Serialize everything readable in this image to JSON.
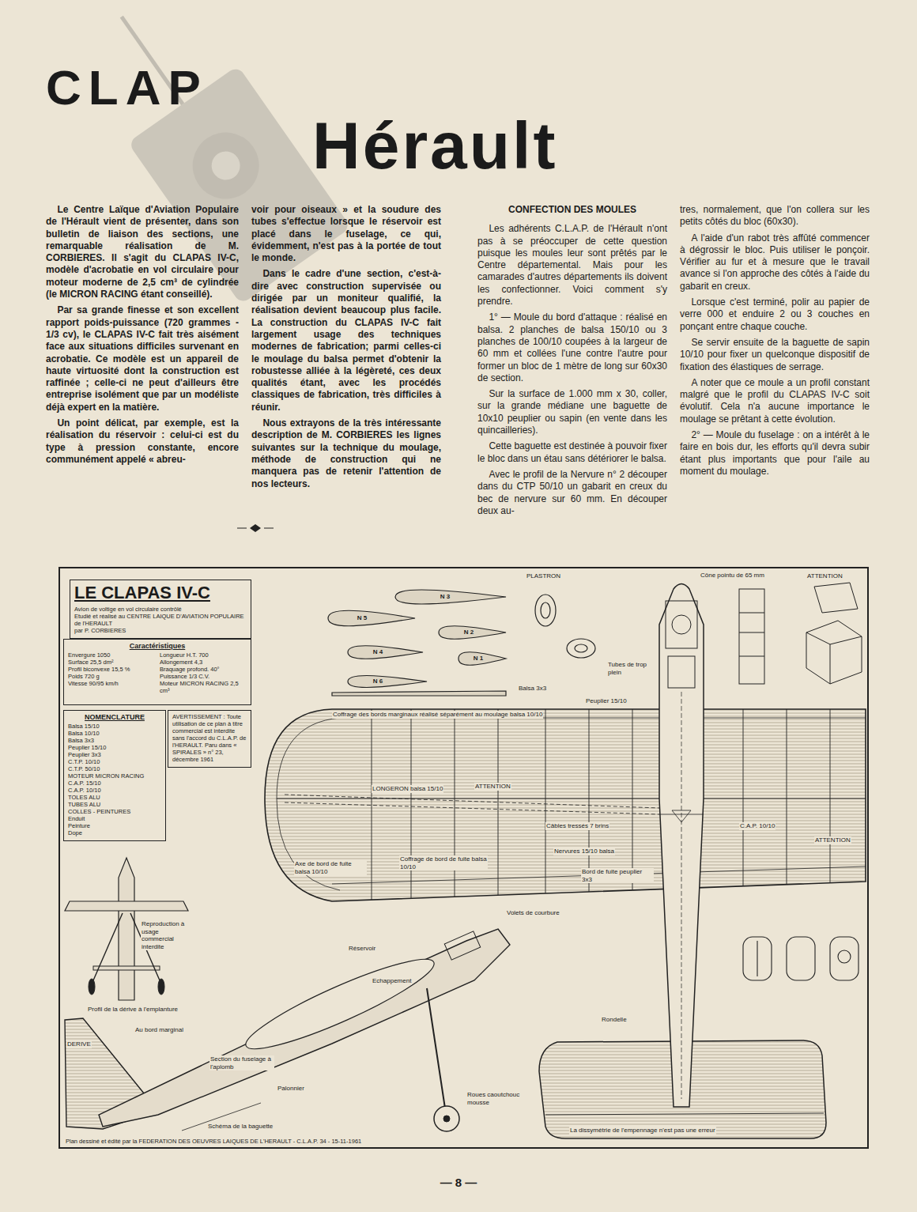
{
  "diagram": {
    "title": "CLAP",
    "nodes": [
      {
        "text": [
          "LE CLAPAS IV-C",
          "Avion de voltige en vol circulaire contrôlé",
          "Etudié et réalisé au CENTRE LAIQUE D'AVIATION POPULAIRE de l'HERAULT",
          "par P. CORBIERES"
        ]
      },
      {
        "text": [
          "Caractéristiques",
          "Envergure 1050",
          "Longueur H.T. 700",
          "Surface 25,5 dm²",
          "Allongement 4,3",
          "Profil biconvexe 15,5 %",
          "Braquage profond. 40°",
          "Poids 720 g",
          "Puissance 1/3 C.V.",
          "Vitesse 90/95 km/h",
          "Moteur MICRON RACING 2,5 cm³"
        ]
      },
      {
        "text": [
          "NOMENCLATURE",
          "Balsa 15/10",
          "Balsa 10/10",
          "Balsa 3x3",
          "Peuplier 15/10",
          "Peuplier 3x3",
          "C.T.P. 10/10",
          "C.T.P. 50/10",
          "MOTEUR MICRON RACING",
          "C.A.P. 15/10",
          "C.A.P. 10/10",
          "TOLES ALU",
          "TUBES ALU",
          "COLLES - PEINTURES",
          "Enduit",
          "Peinture",
          "Dope"
        ]
      },
      {
        "text": [
          "AVERTISSEMENT : Toute utilisation de ce plan à titre commercial est interdite sans l'accord du C.L.A.P. de l'HERAULT. Paru dans « SPIRALES » n° 23, décembre 1961"
        ]
      }
    ],
    "labels": [
      "Hérault",
      "Le Centre Laïque d'Aviation Populaire de l'Hérault vient de présenter, dans son bulletin de liaison des sections, une remarquable réalisation de M. CORBIERES. Il s'agit du CLAPAS IV-C, modèle d'acrobatie en vol circulaire pour moteur moderne de 2,5 cm³ de cylindrée (le MICRON RACING étant conseillé).",
      "Par sa grande finesse et son excellent rapport poids-puissance (720 grammes - 1/3 cv), le CLAPAS IV-C fait très aisément face aux situations difficiles survenant en acrobatie. Ce modèle est un appareil de haute virtuosité dont la construction est raffinée ; celle-ci ne peut d'ailleurs être entreprise isolément que par un modéliste déjà expert en la matière.",
      "Un point délicat, par exemple, est la réalisation du réservoir : celui-ci est du type à pression constante, encore communément appelé « abreu-",
      "voir pour oiseaux » et la soudure des tubes s'effectue lorsque le réservoir est placé dans le fuselage, ce qui, évidemment, n'est pas à la portée de tout le monde.",
      "Dans le cadre d'une section, c'est-à-dire avec construction supervisée ou dirigée par un moniteur qualifié, la réalisation devient beaucoup plus facile. La construction du CLAPAS IV-C fait largement usage des techniques modernes de fabrication; parmi celles-ci le moulage du balsa permet d'obtenir la robustesse alliée à la légèreté, ces deux qualités étant, avec les procédés classiques de fabrication, très difficiles à réunir.",
      "Nous extrayons de la très intéressante description de M. CORBIERES les lignes suivantes sur la technique du moulage, méthode de construction qui ne manquera pas de retenir l'attention de nos lecteurs.",
      "CONFECTION DES MOULES",
      "Les adhérents C.L.A.P. de l'Hérault n'ont pas à se préoccuper de cette question puisque les moules leur sont prêtés par le Centre départemental. Mais pour les camarades d'autres départements ils doivent les confectionner. Voici comment s'y prendre.",
      "1° — Moule du bord d'attaque : réalisé en balsa. 2 planches de balsa 150/10 ou 3 planches de 100/10 coupées à la largeur de 60 mm et collées l'une contre l'autre pour former un bloc de 1 mètre de long sur 60x30 de section.",
      "Sur la surface de 1.000 mm x 30, coller, sur la grande médiane une baguette de 10x10 peuplier ou sapin (en vente dans les quincailleries).",
      "Cette baguette est destinée à pouvoir fixer le bloc dans un étau sans détériorer le balsa.",
      "Avec le profil de la Nervure n° 2 découper dans du CTP 50/10 un gabarit en creux du bec de nervure sur 60 mm. En découper deux au-",
      "tres, normalement, que l'on collera sur les petits côtés du bloc (60x30).",
      "A l'aide d'un rabot très affûté commencer à dégrossir le bloc. Puis utiliser le ponçoir. Vérifier au fur et à mesure que le travail avance si l'on approche des côtés à l'aide du gabarit en creux.",
      "Lorsque c'est terminé, polir au papier de verre 000 et enduire 2 ou 3 couches en ponçant entre chaque couche.",
      "Se servir ensuite de la baguette de sapin 10/10 pour fixer un quelconque dispositif de fixation des élastiques de serrage.",
      "A noter que ce moule a un profil constant malgré que le profil du CLAPAS IV-C soit évolutif. Cela n'a aucune importance le moulage se prêtant à cette évolution.",
      "2° — Moule du fuselage : on a intérêt à le faire en bois dur, les efforts qu'il devra subir étant plus importants que pour l'aile au moment du moulage.",
      "N 5",
      "N 3",
      "N 2",
      "N 4",
      "N 1",
      "N 6",
      "PLASTRON",
      "Cône pointu de 65 mm",
      "ATTENTION",
      "Tubes de trop plein",
      "Balsa 3x3",
      "Peuplier 15/10",
      "Coffrage des bords marginaux réalisé séparément au moulage balsa 10/10",
      "LONGERON balsa 15/10",
      "ATTENTION",
      "Câbles tressés 7 brins",
      "Nervures 15/10 balsa",
      "C.A.P. 10/10",
      "ATTENTION",
      "Axe de bord de fuite balsa 10/10",
      "Coffrage de bord de fuite balsa 10/10",
      "Bord de fuite peuplier 3x3",
      "Reproduction à usage commercial interdite",
      "Volets de courbure",
      "Réservoir",
      "Echappement",
      "Profil de la dérive à l'emplanture",
      "Au bord marginal",
      "Section du fuselage à l'aplomb",
      "DERIVE",
      "Palonnier",
      "Schéma de la baguette",
      "Roues caoutchouc mousse",
      "Rondelle",
      "La dissymétrie de l'empennage n'est pas une erreur",
      "Plan dessiné et édité par la FEDERATION DES OEUVRES LAIQUES DE L'HERAULT - C.L.A.P. 34 - 15-11-1961",
      "— 8 —"
    ]
  }
}
